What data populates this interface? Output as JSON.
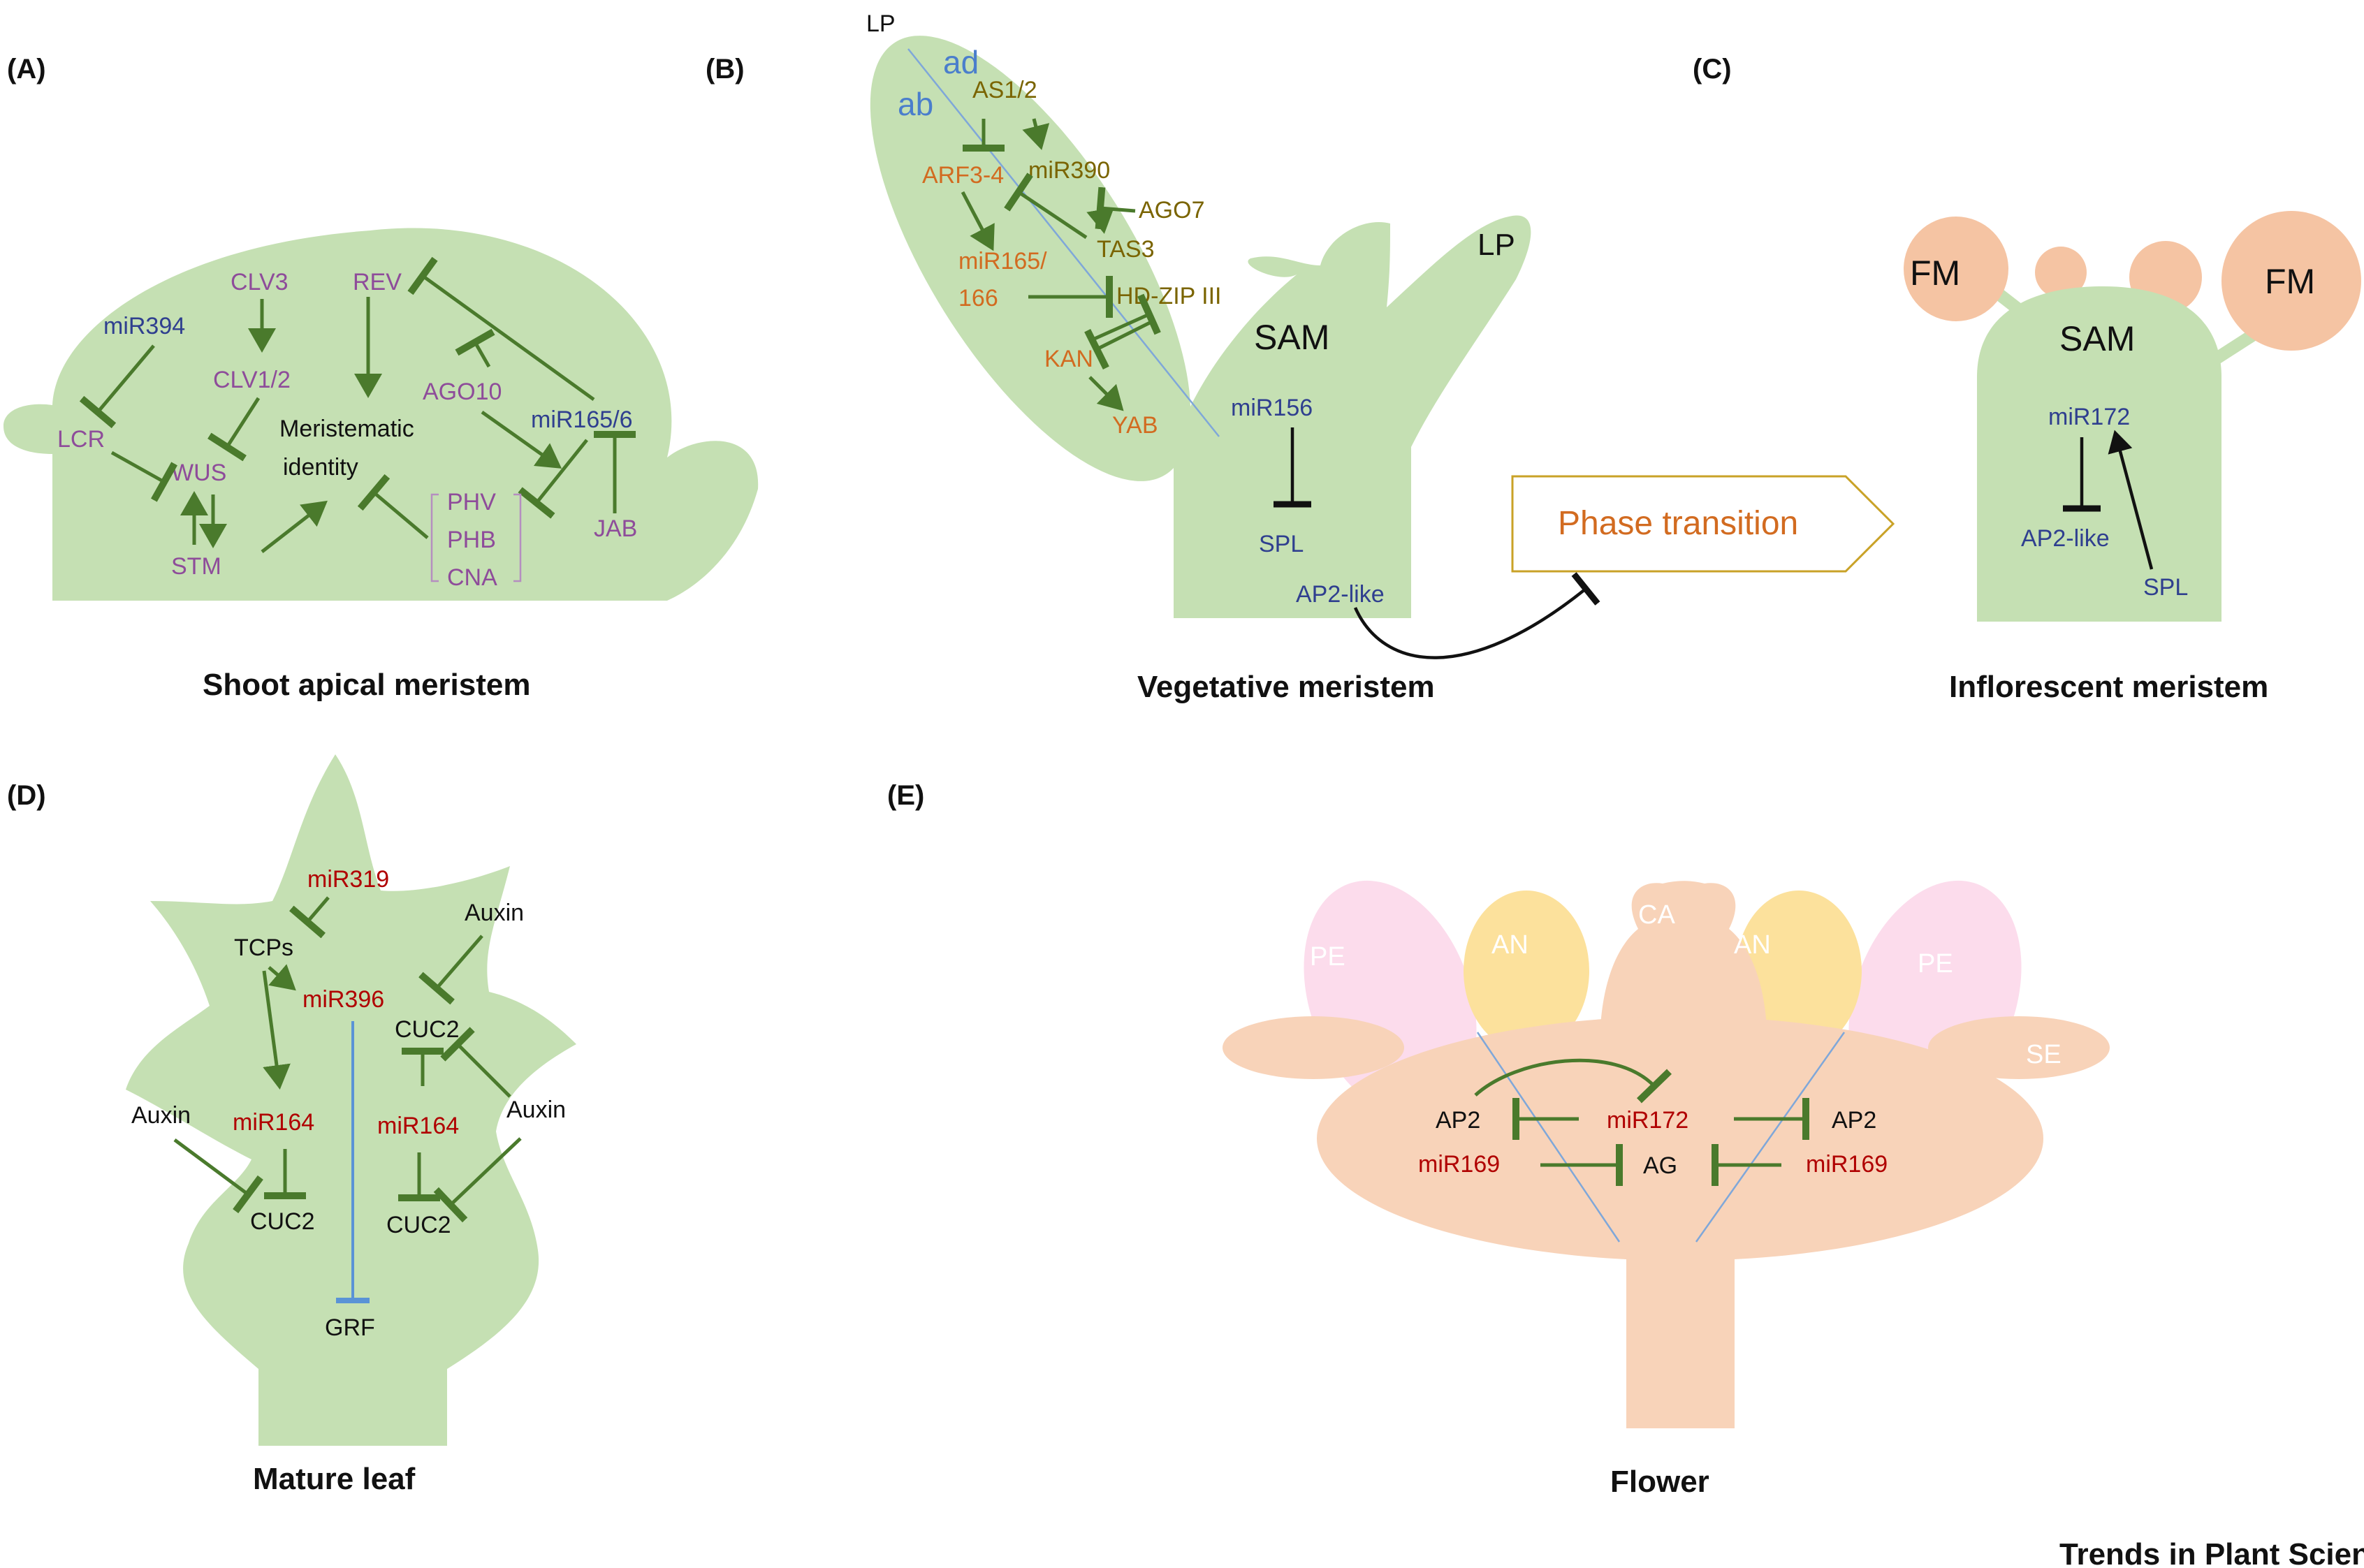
{
  "panels": {
    "A": {
      "tag": "(A)",
      "title": "Shoot apical meristem",
      "labels": {
        "mir394": "miR394",
        "clv3": "CLV3",
        "rev": "REV",
        "clv12": "CLV1/2",
        "ago10": "AGO10",
        "mir1656": "miR165/6",
        "lcr": "LCR",
        "wus": "WUS",
        "merist1": "Meristematic",
        "merist2": "identity",
        "phv": "PHV",
        "phb": "PHB",
        "cna": "CNA",
        "jab": "JAB",
        "stm": "STM"
      }
    },
    "B": {
      "tag": "(B)",
      "title": "Vegetative meristem",
      "labels": {
        "lp1": "LP",
        "lp2": "LP",
        "ad": "ad",
        "ab": "ab",
        "as12": "AS1/2",
        "arf34": "ARF3-4",
        "mir390": "miR390",
        "ago7": "AGO7",
        "tas3": "TAS3",
        "mir165a": "miR165/",
        "mir165b": "166",
        "hdzip": "HD-ZIP III",
        "kan": "KAN",
        "yab": "YAB",
        "sam": "SAM",
        "mir156": "miR156",
        "spl": "SPL",
        "ap2like": "AP2-like",
        "phase": "Phase transition"
      }
    },
    "C": {
      "tag": "(C)",
      "title": "Inflorescent meristem",
      "labels": {
        "fm1": "FM",
        "fm2": "FM",
        "sam": "SAM",
        "mir172": "miR172",
        "ap2like": "AP2-like",
        "spl": "SPL"
      }
    },
    "D": {
      "tag": "(D)",
      "title": "Mature leaf",
      "labels": {
        "mir319": "miR319",
        "auxin1": "Auxin",
        "tcps": "TCPs",
        "mir396": "miR396",
        "cuc2a": "CUC2",
        "auxin2": "Auxin",
        "mir164a": "miR164",
        "mir164b": "miR164",
        "auxin3": "Auxin",
        "cuc2b": "CUC2",
        "cuc2c": "CUC2",
        "grf": "GRF"
      }
    },
    "E": {
      "tag": "(E)",
      "title": "Flower",
      "labels": {
        "pe1": "PE",
        "an1": "AN",
        "ca": "CA",
        "an2": "AN",
        "pe2": "PE",
        "se": "SE",
        "ap2a": "AP2",
        "mir172": "miR172",
        "ap2b": "AP2",
        "mir169a": "miR169",
        "ag": "AG",
        "mir169b": "miR169"
      }
    }
  },
  "credit": "Trends in Plant Science",
  "colors": {
    "tissue_green": "#c5e0b3",
    "flower_peach": "#f8d3b9",
    "fm_peach": "#f5c4a3",
    "petal_pink": "#fcdcec",
    "anther_yellow": "#fce19c",
    "arrow_green": "#4a7a2c",
    "purple_text": "#8e4c9a",
    "navy_text": "#2f3f8f",
    "olive_text": "#7a6400",
    "orange_text": "#d26b20",
    "red_text": "#b00000",
    "blue_line": "#5a93d6"
  }
}
